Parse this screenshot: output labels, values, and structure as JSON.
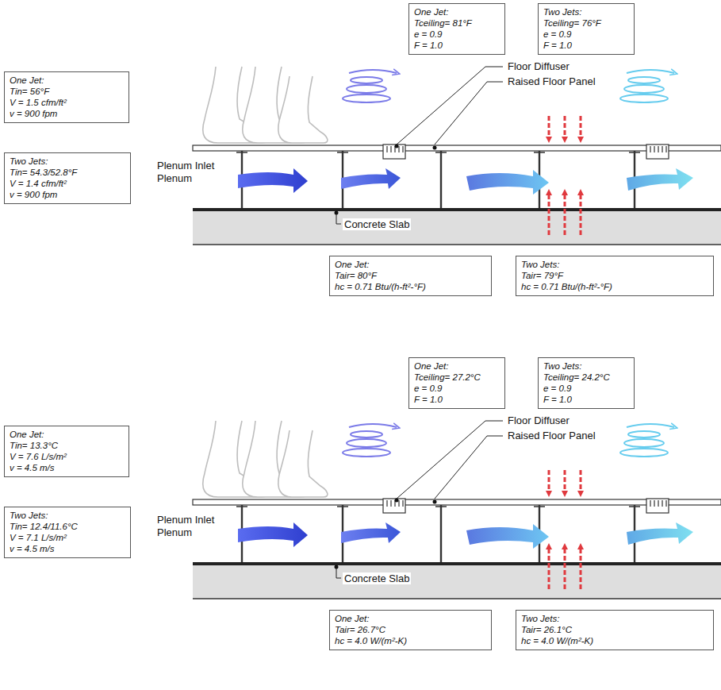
{
  "diagram": {
    "nodes": [
      {
        "text": [
          "One Jet:",
          "Tceiling= 81°F",
          "e = 0.9",
          "F = 1.0"
        ]
      },
      {
        "text": [
          "Two Jets:",
          "Tceiling= 76°F",
          "e = 0.9",
          "F = 1.0"
        ]
      },
      {
        "text": [
          "One Jet:",
          "Tin= 56°F",
          "V = 1.5 cfm/ft²",
          "v = 900 fpm"
        ]
      },
      {
        "text": [
          "Two Jets:",
          "Tin= 54.3/52.8°F",
          "V = 1.4 cfm/ft²",
          "v = 900 fpm"
        ]
      },
      {
        "text": [
          "One Jet:",
          "Tair= 80°F",
          "hc = 0.71 Btu/(h-ft²-°F)"
        ]
      },
      {
        "text": [
          "Two Jets:",
          "Tair= 79°F",
          "hc = 0.71 Btu/(h-ft²-°F)"
        ]
      },
      {
        "text": [
          "One Jet:",
          "Tceiling= 27.2°C",
          "e = 0.9",
          "F = 1.0"
        ]
      },
      {
        "text": [
          "Two Jets:",
          "Tceiling= 24.2°C",
          "e = 0.9",
          "F = 1.0"
        ]
      },
      {
        "text": [
          "One Jet:",
          "Tin= 13.3°C",
          "V = 7.6 L/s/m²",
          "v = 4.5 m/s"
        ]
      },
      {
        "text": [
          "Two Jets:",
          "Tin= 12.4/11.6°C",
          "V = 7.1 L/s/m²",
          "v = 4.5 m/s"
        ]
      },
      {
        "text": [
          "One Jet:",
          "Tair= 26.7°C",
          "hc = 4.0 W/(m²-K)"
        ]
      },
      {
        "text": [
          "Two Jets:",
          "Tair= 26.1°C",
          "hc = 4.0 W/(m²-K)"
        ]
      }
    ],
    "labels": [
      "Floor Diffuser",
      "Raised Floor Panel",
      "Plenum Inlet",
      "Plenum",
      "Concrete Slab",
      "Floor Diffuser",
      "Raised Floor Panel",
      "Plenum Inlet",
      "Plenum",
      "Concrete Slab"
    ]
  }
}
